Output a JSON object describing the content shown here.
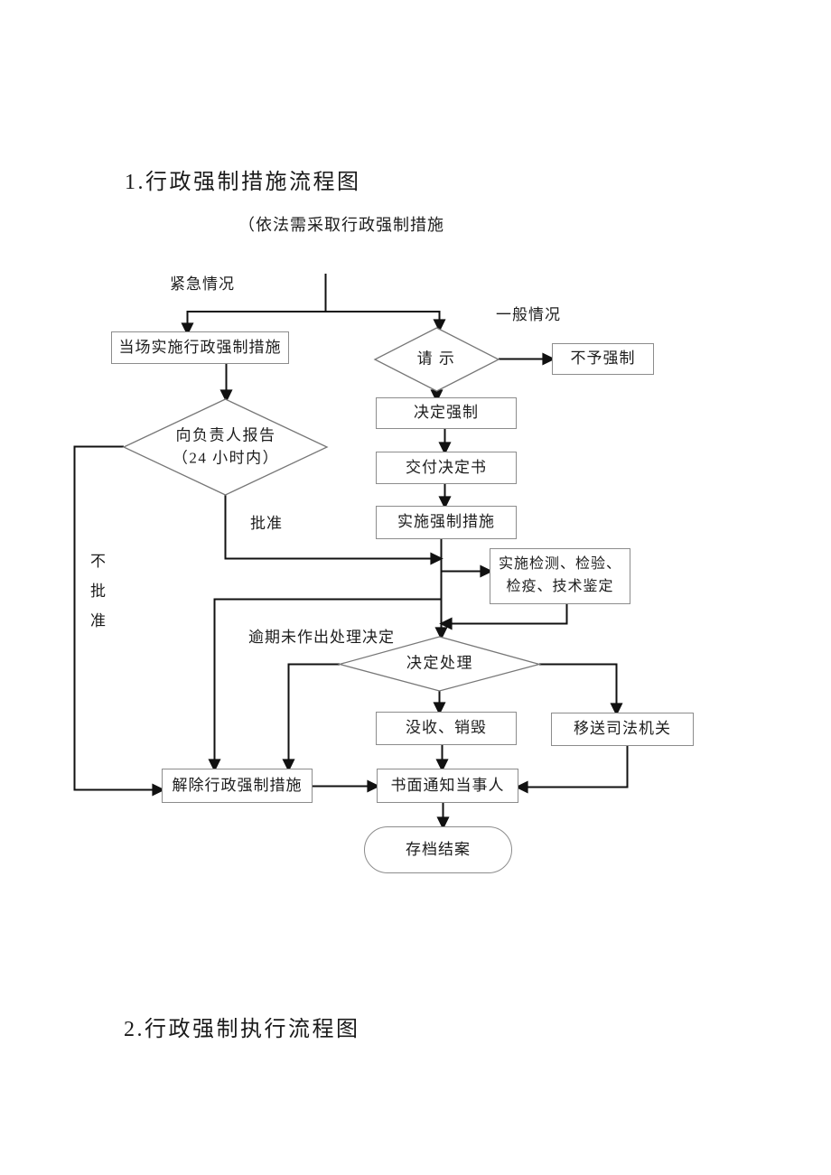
{
  "page": {
    "section1_title": "1.行政强制措施流程图",
    "section1_caption": "（依法需采取行政强制措施",
    "section2_title": "2.行政强制执行流程图"
  },
  "flowchart": {
    "nodes": {
      "onsite": "当场实施行政强制措施",
      "request": "请 示",
      "no_enforce": "不予强制",
      "decide_enforce": "决定强制",
      "deliver_decision": "交付决定书",
      "implement": "实施强制措施",
      "report_leader": "向负责人报告\n（24 小时内）",
      "inspection": "实施检测、检验、\n检疫、技术鉴定",
      "decide_handle": "决定处理",
      "confiscate": "没收、销毁",
      "transfer_judicial": "移送司法机关",
      "lift_measures": "解除行政强制措施",
      "notify_party": "书面通知当事人",
      "archive": "存档结案"
    },
    "labels": {
      "emergency": "紧急情况",
      "general": "一般情况",
      "approve": "批准",
      "disapprove": "不\n批\n准",
      "overdue": "逾期未作出处理决定"
    },
    "colors": {
      "line": "#111111",
      "node_border": "#8c8c8c",
      "text": "#1d1d1d",
      "background": "#ffffff"
    }
  }
}
